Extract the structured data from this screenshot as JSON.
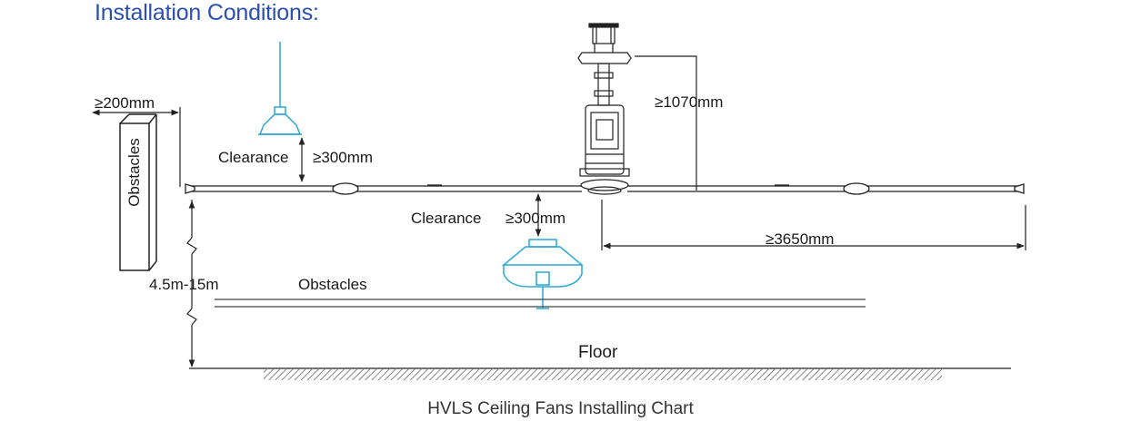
{
  "title": "Installation Conditions:",
  "labels": {
    "side_clearance": "≥200mm",
    "obstacles_vertical": "Obstacles",
    "light_clearance_label": "Clearance",
    "light_clearance_value": "≥300mm",
    "top_clearance": "≥1070mm",
    "bottom_clearance_label": "Clearance",
    "bottom_clearance_value": "≥300mm",
    "blade_reach": "≥3650mm",
    "height_range": "4.5m-15m",
    "obstacles_horizontal": "Obstacles",
    "floor": "Floor"
  },
  "caption": "HVLS Ceiling Fans Installing Chart",
  "colors": {
    "title": "#2a4fb0",
    "cyan": "#29a7d6",
    "line": "#222222"
  }
}
